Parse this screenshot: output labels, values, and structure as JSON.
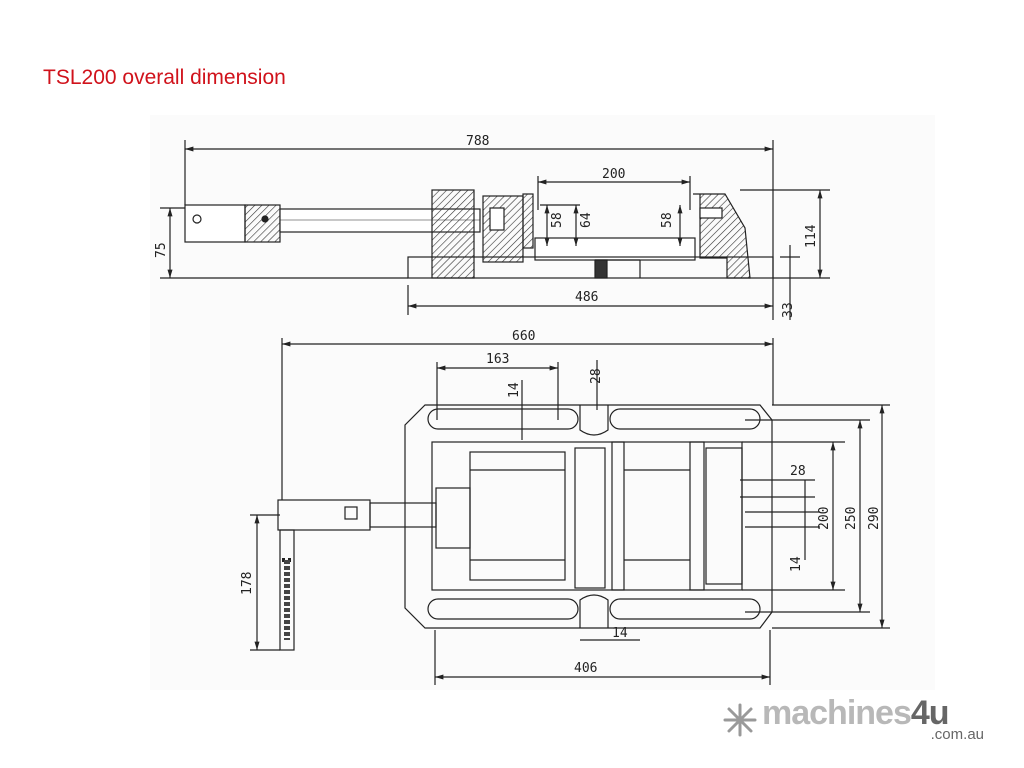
{
  "title": "TSL200 overall dimension",
  "side_view": {
    "overall_length": "788",
    "jaw_opening": "200",
    "jaw_height_left": "58",
    "jaw_depth": "64",
    "jaw_height_right": "58",
    "total_height": "114",
    "handle_height": "75",
    "base_length": "486",
    "base_height": "33"
  },
  "top_view": {
    "overall_length": "660",
    "slot_length": "163",
    "slot_width": "14",
    "slot_notch": "28",
    "right_slot_width": "28",
    "jaw_width": "200",
    "slot_spacing": "250",
    "base_width": "290",
    "right_slot_gap": "14",
    "bottom_notch": "14",
    "base_length": "406",
    "handle_length": "178"
  },
  "logo": {
    "brand": "machines",
    "brand_accent": "4u",
    "domain": ".com.au"
  },
  "colors": {
    "title": "#d0121b",
    "line": "#222222",
    "logo_gray": "#b8b8b8"
  }
}
